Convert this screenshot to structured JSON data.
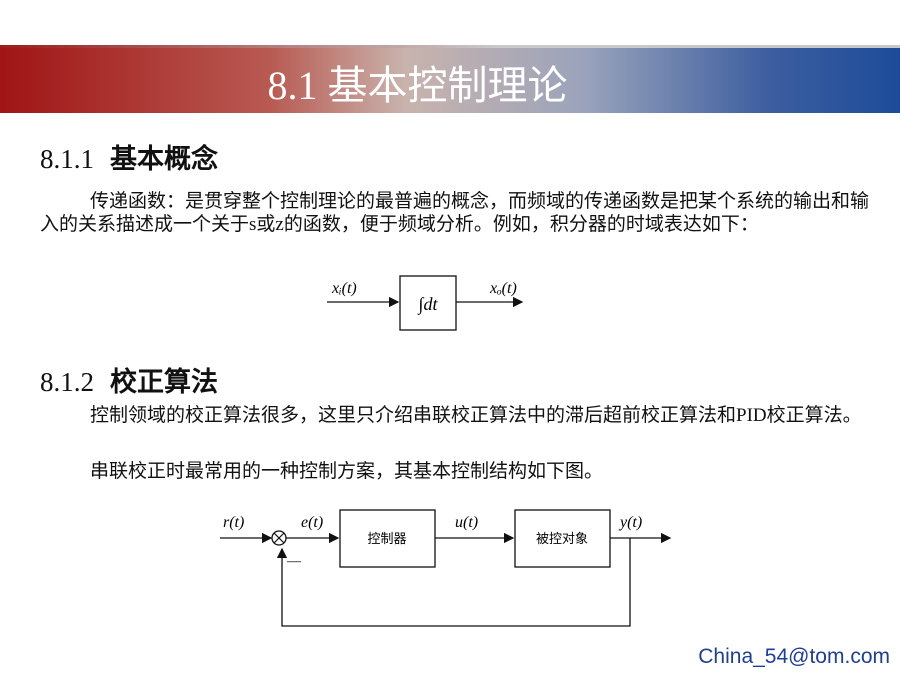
{
  "slide": {
    "title": "8.1 基本控制理论"
  },
  "section1": {
    "number": "8.1.1",
    "title": "基本概念",
    "paragraph": "传递函数：是贯穿整个控制理论的最普遍的概念，而频域的传递函数是把某个系统的输出和输入的关系描述成一个关于s或z的函数，便于频域分析。例如，积分器的时域表达如下："
  },
  "integrator_diagram": {
    "input_label": "xᵢ(t)",
    "block_label": "∫dt",
    "output_label": "xₒ(t)"
  },
  "section2": {
    "number": "8.1.2",
    "title": "校正算法",
    "paragraph1": "控制领域的校正算法很多，这里只介绍串联校正算法中的滞后超前校正算法和PID校正算法。",
    "paragraph2": "串联校正时最常用的一种控制方案，其基本控制结构如下图。"
  },
  "control_diagram": {
    "reference_label": "r(t)",
    "error_label": "e(t)",
    "controller_label": "控制器",
    "control_signal_label": "u(t)",
    "plant_label": "被控对象",
    "output_label": "y(t)",
    "minus_sign": "—",
    "summing_symbol": "⊗"
  },
  "footer": {
    "email": "China_54@tom.com"
  }
}
